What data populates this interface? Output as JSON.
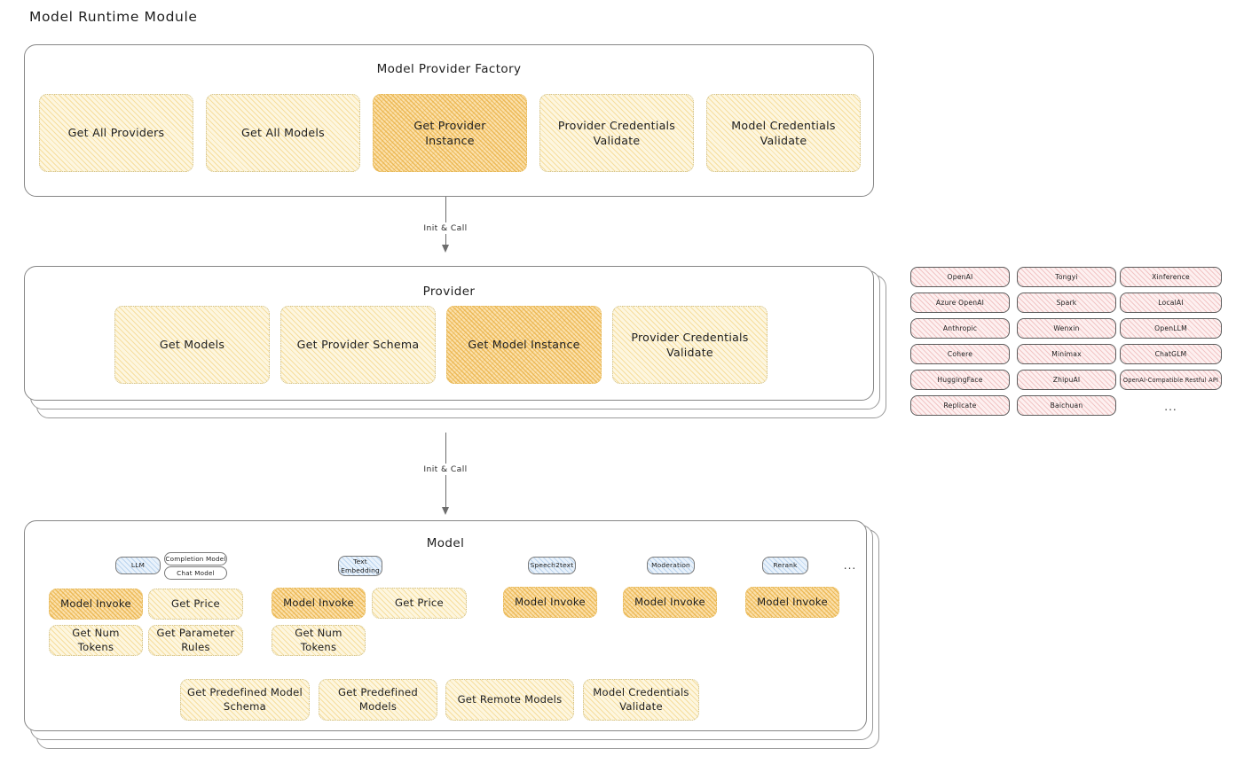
{
  "page": {
    "title": "Model Runtime Module"
  },
  "sections": {
    "factory": {
      "title": "Model Provider Factory",
      "nodes": [
        {
          "label": "Get All Providers",
          "highlight": false
        },
        {
          "label": "Get All Models",
          "highlight": false
        },
        {
          "label": "Get Provider\nInstance",
          "highlight": true
        },
        {
          "label": "Provider Credentials\nValidate",
          "highlight": false
        },
        {
          "label": "Model Credentials\nValidate",
          "highlight": false
        }
      ]
    },
    "provider": {
      "title": "Provider",
      "nodes": [
        {
          "label": "Get Models",
          "highlight": false
        },
        {
          "label": "Get Provider Schema",
          "highlight": false
        },
        {
          "label": "Get Model Instance",
          "highlight": true
        },
        {
          "label": "Provider Credentials\nValidate",
          "highlight": false
        }
      ]
    },
    "model": {
      "title": "Model",
      "ellipsis": "...",
      "groups": [
        {
          "type_label": "LLM",
          "sub_badges": [
            "Completion Model",
            "Chat Model"
          ],
          "nodes": [
            {
              "label": "Model Invoke",
              "highlight": true
            },
            {
              "label": "Get Price",
              "highlight": false
            },
            {
              "label": "Get Num Tokens",
              "highlight": false
            },
            {
              "label": "Get Parameter\nRules",
              "highlight": false
            }
          ]
        },
        {
          "type_label": "Text\nEmbedding",
          "sub_badges": [],
          "nodes": [
            {
              "label": "Model Invoke",
              "highlight": true
            },
            {
              "label": "Get Price",
              "highlight": false
            },
            {
              "label": "Get Num Tokens",
              "highlight": false
            }
          ]
        },
        {
          "type_label": "Speech2text",
          "sub_badges": [],
          "nodes": [
            {
              "label": "Model Invoke",
              "highlight": true
            }
          ]
        },
        {
          "type_label": "Moderation",
          "sub_badges": [],
          "nodes": [
            {
              "label": "Model Invoke",
              "highlight": true
            }
          ]
        },
        {
          "type_label": "Rerank",
          "sub_badges": [],
          "nodes": [
            {
              "label": "Model Invoke",
              "highlight": true
            }
          ]
        }
      ],
      "common_nodes": [
        {
          "label": "Get Predefined Model\nSchema",
          "highlight": false
        },
        {
          "label": "Get Predefined\nModels",
          "highlight": false
        },
        {
          "label": "Get Remote Models",
          "highlight": false
        },
        {
          "label": "Model Credentials\nValidate",
          "highlight": false
        }
      ]
    }
  },
  "arrows": [
    {
      "label": "Init & Call"
    },
    {
      "label": "Init & Call"
    }
  ],
  "provider_list": {
    "ellipsis": "...",
    "columns": [
      {
        "items": [
          "OpenAI",
          "Azure OpenAI",
          "Anthropic",
          "Cohere",
          "HuggingFace",
          "Replicate"
        ]
      },
      {
        "items": [
          "Tongyi",
          "Spark",
          "Wenxin",
          "Minimax",
          "ZhipuAI",
          "Baichuan"
        ]
      },
      {
        "items": [
          "Xinference",
          "LocalAI",
          "OpenLLM",
          "ChatGLM",
          "OpenAI-Compatible Restful API"
        ]
      }
    ]
  },
  "colors": {
    "node_fill": "#fdf6df",
    "node_highlight_fill": "#fbe0ab",
    "capsule_fill": "#e9f2fb",
    "pill_fill": "#fdf0f0",
    "stroke": "#868686",
    "text": "#1e1e1e"
  }
}
